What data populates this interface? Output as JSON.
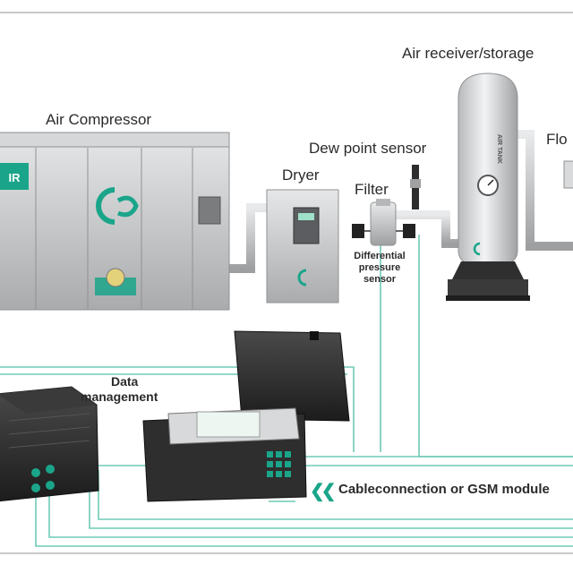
{
  "labels": {
    "air_compressor": "Air Compressor",
    "air_receiver": "Air receiver/storage",
    "dew_point_sensor": "Dew point sensor",
    "dryer": "Dryer",
    "filter": "Filter",
    "flow": "Flo",
    "diff_pressure_1": "Differential",
    "diff_pressure_2": "pressure",
    "diff_pressure_3": "sensor",
    "data_mgmt_1": "Data",
    "data_mgmt_2": "management",
    "cable": "Cableconnection or GSM module"
  },
  "device_text": {
    "compressor_badge": "IR",
    "receiver_tank": "AIR TANK"
  },
  "icons": {
    "cable": "double-chevron-left-icon",
    "brand": "cs-logo-icon"
  },
  "colors": {
    "cable_line": "#6fcab5",
    "accent": "#1aa58a",
    "device_gray": "#c9cacb",
    "case_dark": "#2a2a2a"
  }
}
